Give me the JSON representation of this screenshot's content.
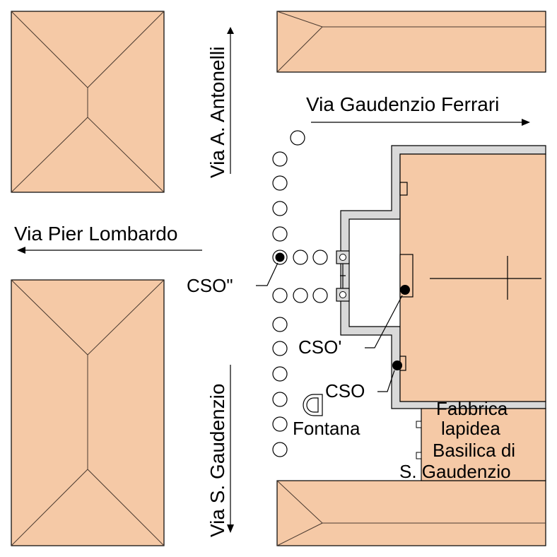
{
  "streets": {
    "antonelli": "Via A. Antonelli",
    "gaudenzio_ferrari": "Via Gaudenzio Ferrari",
    "pier_lombardo": "Via Pier Lombardo",
    "s_gaudenzio": "Via S. Gaudenzio"
  },
  "labels": {
    "cso": "CSO",
    "cso_prime": "CSO'",
    "cso_double_prime": "CSO\"",
    "fontana": "Fontana",
    "fabbrica_line1": "Fabbrica",
    "fabbrica_line2": "lapidea",
    "basilica_line1": "Basilica di",
    "basilica_line2": "S. Gaudenzio"
  },
  "colors": {
    "building_fill": "#f5c9a6",
    "wall_fill": "#d9d9d9"
  }
}
